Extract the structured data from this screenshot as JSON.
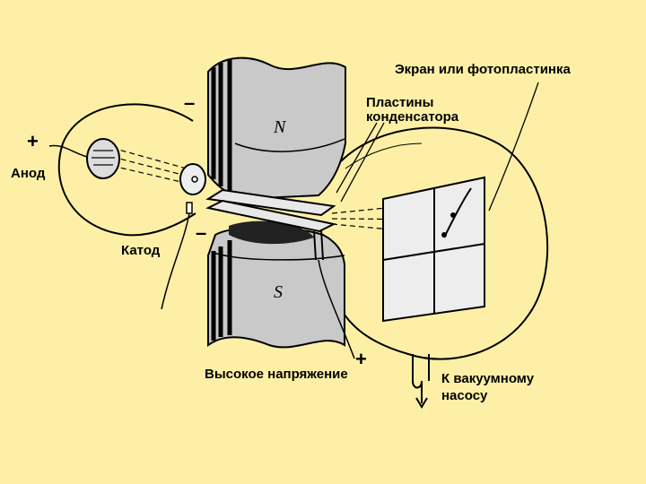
{
  "colors": {
    "background": "#FDF0A6",
    "magnet": "#C9C9C9",
    "plate": "#E8E8E8",
    "screen": "#EDEDED"
  },
  "labels": {
    "screen": "Экран или фотопластинка",
    "plates_line1": "Пластины",
    "plates_line2": "конденсатора",
    "anode_sign": "+",
    "anode": "Анод",
    "cathode": "Катод",
    "top_minus": "–",
    "cathode_minus": "–",
    "north": "N",
    "south": "S",
    "high_voltage": "Высокое напряжение",
    "high_voltage_plus": "+",
    "pump_line1": "К вакуумному",
    "pump_line2": "насосу"
  }
}
